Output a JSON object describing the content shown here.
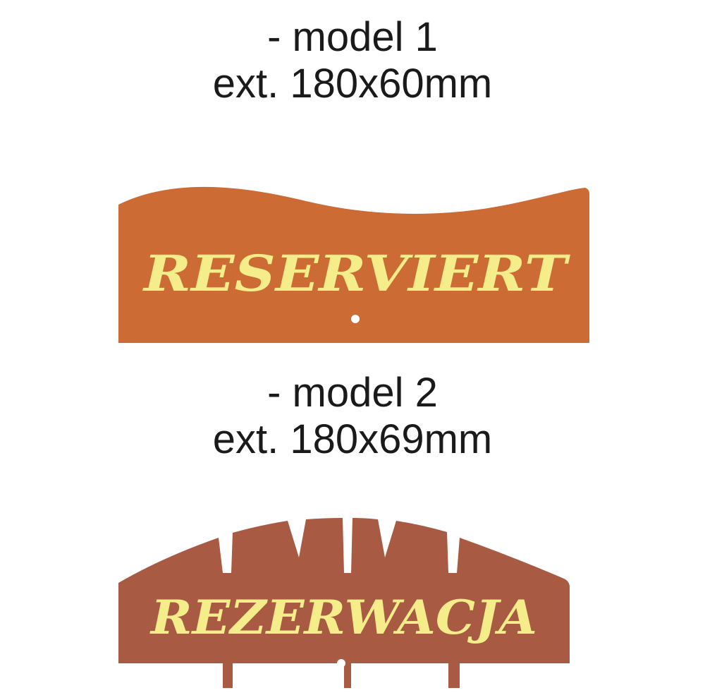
{
  "model1": {
    "caption_line1": "- model 1",
    "caption_line2": "ext. 180x60mm",
    "sign_text": "RESERVIERT",
    "sign_color": "#cc6b33",
    "text_color": "#f5ec8a"
  },
  "model2": {
    "caption_line1": "- model 2",
    "caption_line2": "ext. 180x69mm",
    "sign_text": "REZERWACJA",
    "sign_color": "#a95a42",
    "text_color": "#f5ec8a"
  }
}
